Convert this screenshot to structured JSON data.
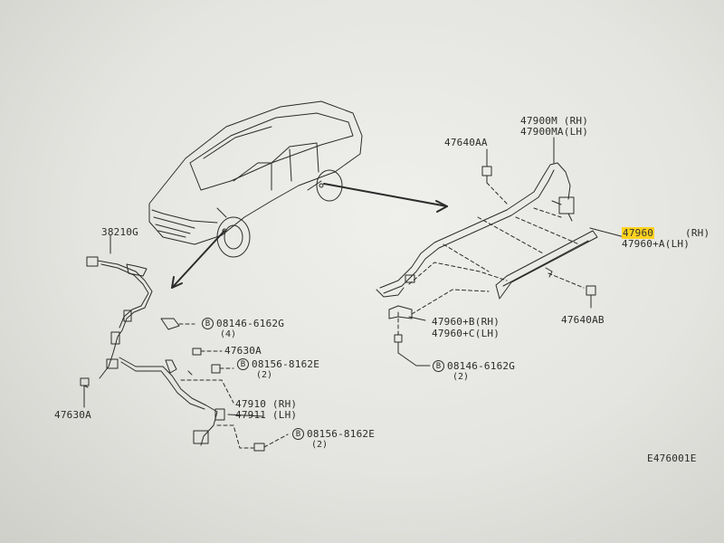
{
  "parts": {
    "p38210g": "38210G",
    "p47900m": "47900M (RH)",
    "p47900ma": "47900MA(LH)",
    "p47640aa": "47640AA",
    "p47960": "47960",
    "p47960_rh": "(RH)",
    "p47960a": "47960+A(LH)",
    "p47640ab": "47640AB",
    "p47960b": "47960+B(RH)",
    "p47960c": "47960+C(LH)",
    "bolt_right": "08146-6162G",
    "bolt_right_qty": "(2)",
    "p47630a_left": "47630A",
    "p47630a_mid": "47630A",
    "bolt_08146": "08146-6162G",
    "bolt_08146_qty": "(4)",
    "bolt_08156a": "08156-8162E",
    "bolt_08156a_qty": "(2)",
    "p47910": "47910 (RH)",
    "p47911": "47911 (LH)",
    "bolt_08156b": "08156-8162E",
    "bolt_08156b_qty": "(2)",
    "b_symbol": "B",
    "fig_code": "E476001E"
  },
  "colors": {
    "line": "#2b2b2b",
    "highlight": "#ffd21f"
  }
}
